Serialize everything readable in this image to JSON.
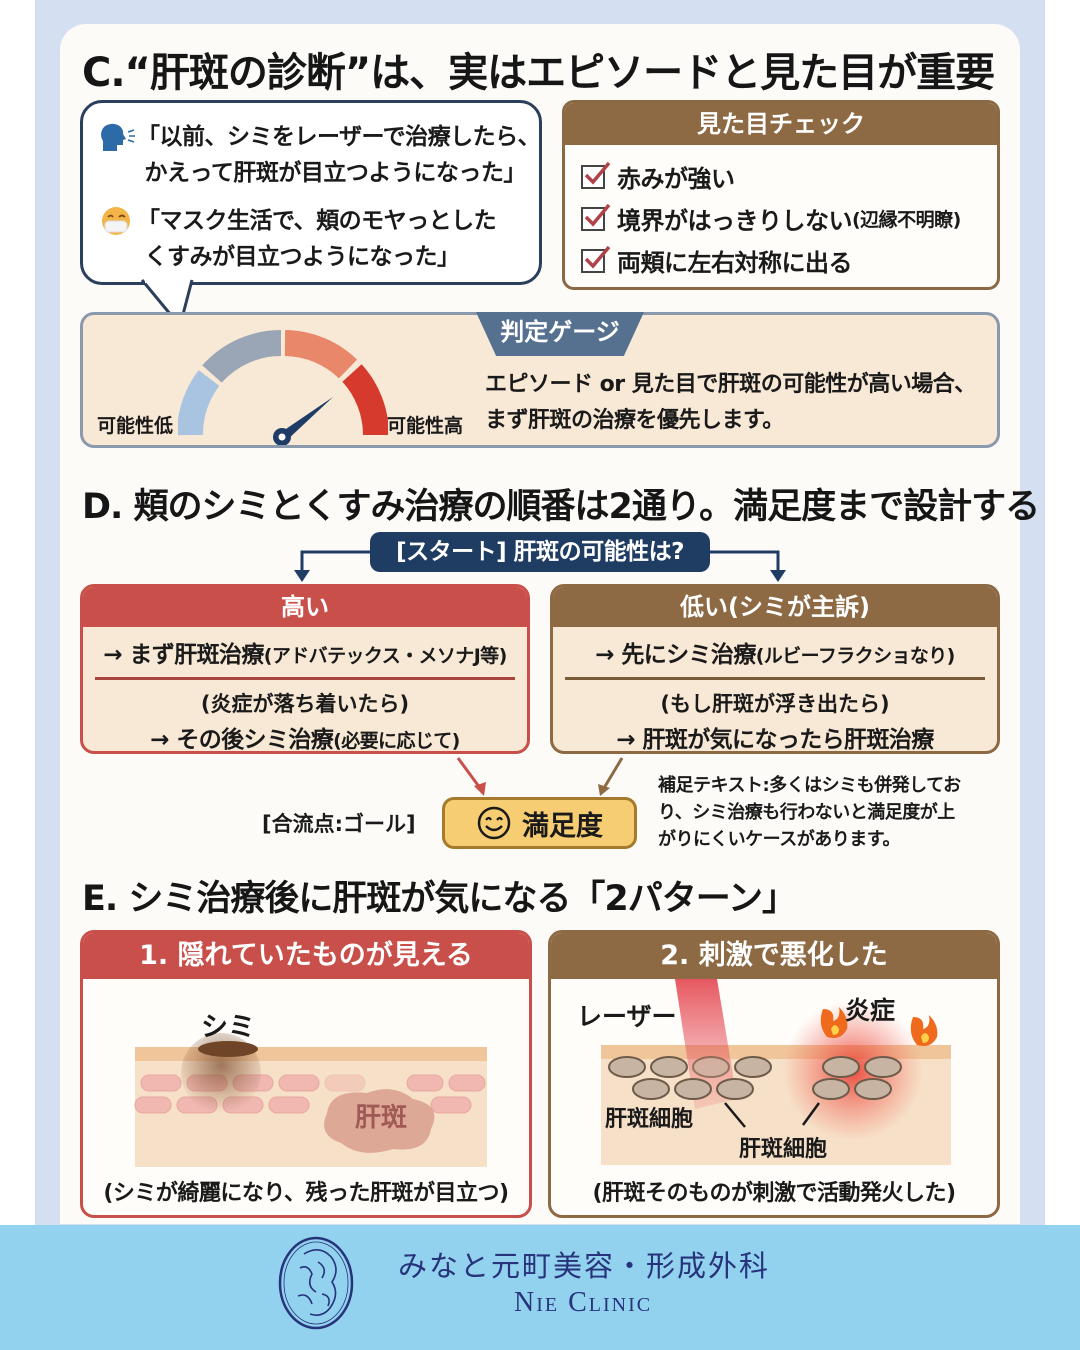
{
  "section_c": {
    "title": "C.“肝斑の診断”は、実はエピソードと見た目が重要",
    "quotes": [
      {
        "icon": "speaking-person-icon",
        "text": "「以前、シミをレーザーで治療したら、\n かえって肝斑が目立つようになった」"
      },
      {
        "icon": "mask-face-icon",
        "text": "「マスク生活で、頬のモヤっとした\n くすみが目立つようになった」"
      }
    ],
    "checklist": {
      "title": "見た目チェック",
      "items": [
        {
          "text": "赤みが強い",
          "note": ""
        },
        {
          "text": "境界がはっきりしない",
          "note": "(辺縁不明瞭)"
        },
        {
          "text": "両頬に左右対称に出る",
          "note": ""
        }
      ]
    },
    "gauge": {
      "title": "判定ゲージ",
      "low_label": "可能性低",
      "high_label": "可能性高",
      "segment_colors": [
        "#a9c4e0",
        "#9aa6b6",
        "#e8876a",
        "#d63a2c"
      ],
      "needle_color": "#1f3c66",
      "description": "エピソード or 見た目で肝斑の可能性が高い場合、\nまず肝斑の治療を優先します。"
    }
  },
  "section_d": {
    "title": "D. 頬のシミとくすみ治療の順番は2通り。満足度まで設計する",
    "start": "[スタート] 肝斑の可能性は?",
    "branches": [
      {
        "head": "高い",
        "color": "#c9504a",
        "line1": "→ まず肝斑治療",
        "line1_note": "(アドバテックス・メソナJ等)",
        "sub": "(炎症が落ち着いたら)",
        "line2": "→ その後シミ治療",
        "line2_note": "(必要に応じて)"
      },
      {
        "head": "低い(シミが主訴)",
        "color": "#8d6a44",
        "line1": "→ 先にシミ治療",
        "line1_note": "(ルビーフラクショなり)",
        "sub": "(もし肝斑が浮き出たら)",
        "line2": "→ 肝斑が気になったら肝斑治療",
        "line2_note": ""
      }
    ],
    "goal_label": "[合流点:ゴール]",
    "goal": "満足度",
    "note": "補足テキスト:多くはシミも併発してお\nり、シミ治療も行わないと満足度が上\nがりにくいケースがあります。"
  },
  "section_e": {
    "title": "E. シミ治療後に肝斑が気になる「2パターン」",
    "patterns": [
      {
        "head": "1. 隠れていたものが見える",
        "color": "#c9504a",
        "labels": {
          "spot": "シミ",
          "melasma": "肝斑"
        },
        "caption": "(シミが綺麗になり、残った肝斑が目立つ)"
      },
      {
        "head": "2. 刺激で悪化した",
        "color": "#8d6a44",
        "labels": {
          "laser": "レーザー",
          "inflammation": "炎症",
          "cell_a": "肝斑細胞",
          "cell_b": "肝斑細胞"
        },
        "caption": "(肝斑そのものが刺激で活動発火した)"
      }
    ]
  },
  "footer": {
    "clinic_jp": "みなと元町美容・形成外科",
    "clinic_en": "Nie Clinic"
  }
}
